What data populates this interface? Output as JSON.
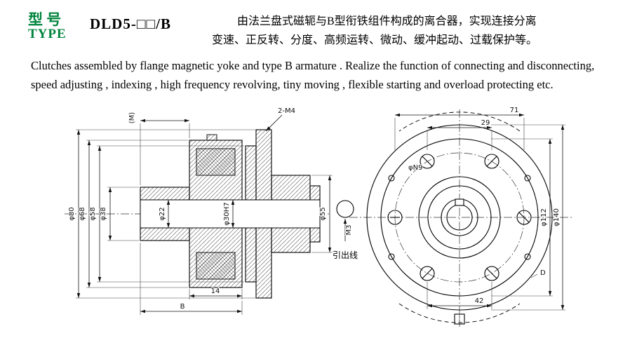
{
  "header": {
    "type_label_cn": "型 号",
    "type_label_en": "TYPE",
    "model": "DLD5-□□/B",
    "desc_cn_line1": "由法兰盘式磁轭与B型衔铁组件构成的离合器，实现连接分离",
    "desc_cn_line2": "变速、正反转、分度、高频运转、微动、缓冲起动、过载保护等。",
    "desc_en_line1": "Clutches assembled by flange magnetic yoke and type B armature . Realize the function of connecting and disconnecting,",
    "desc_en_line2": "speed adjusting , indexing , high frequency revolving, tiny moving , flexible starting and overload protecting etc.",
    "accent_color": "#00843d"
  },
  "drawings": {
    "left": {
      "dims_left": [
        "φ80",
        "φ68",
        "φ58",
        "φ38"
      ],
      "dims_mid": [
        "φ22",
        "φ30H7"
      ],
      "dim_right": "φ55",
      "dims_bottom": [
        "14",
        "B"
      ],
      "dim_top": "(M)",
      "callout_top": "2-M4",
      "lead_dim": "M3",
      "lead_label": "引出线"
    },
    "right": {
      "hole_callout": "φN9",
      "dims_top": [
        "71",
        "29"
      ],
      "dims_right": [
        "φ112",
        "φ140"
      ],
      "dim_bottom": "42",
      "edge_label": "D"
    }
  }
}
